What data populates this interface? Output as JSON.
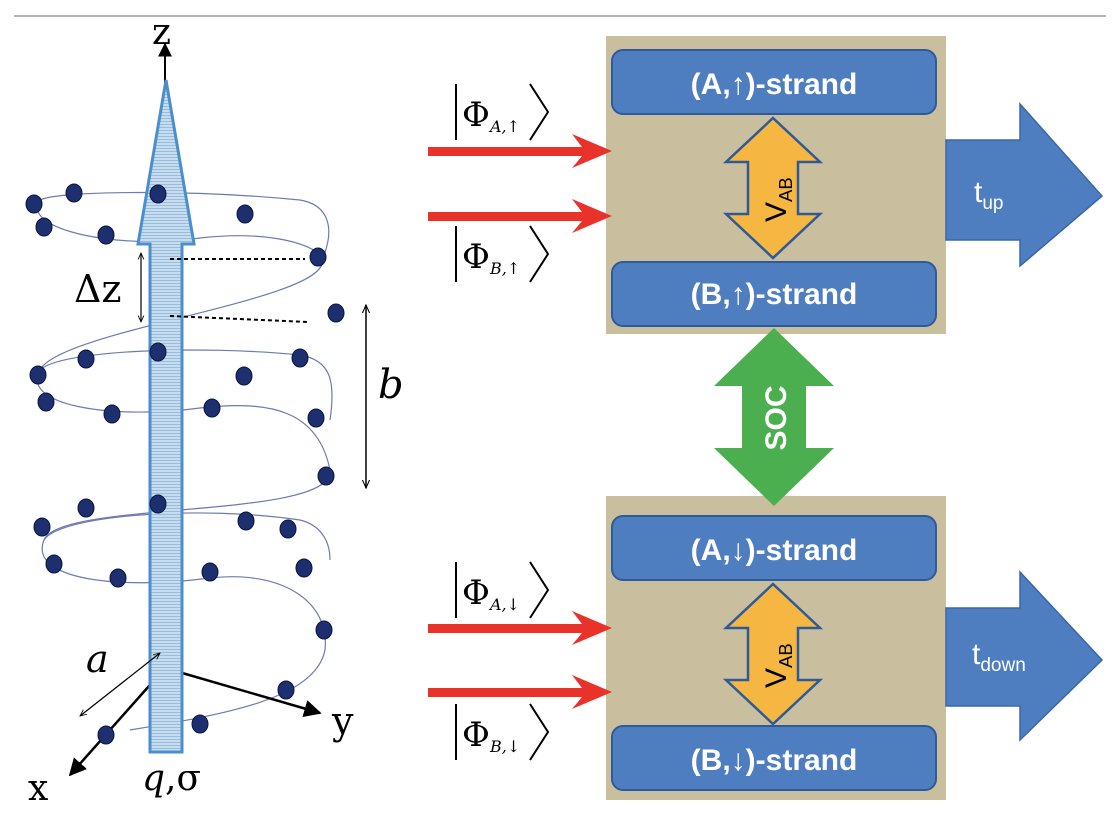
{
  "axes": {
    "z": "z",
    "y": "y",
    "x": "x",
    "a": "a",
    "b": "b",
    "dz_delta": "Δ",
    "dz_z": "z",
    "charge_q": "q",
    "charge_sep": ",",
    "charge_sigma": "σ"
  },
  "inputs": [
    {
      "phi": "Φ",
      "sub": "A,↑"
    },
    {
      "phi": "Φ",
      "sub": "B,↑"
    },
    {
      "phi": "Φ",
      "sub": "A,↓"
    },
    {
      "phi": "Φ",
      "sub": "B,↓"
    }
  ],
  "strands": {
    "a_up": "(A,↑)-strand",
    "b_up": "(B,↑)-strand",
    "a_down": "(A,↓)-strand",
    "b_down": "(B,↓)-strand"
  },
  "coupling": {
    "v": "V",
    "v_sub": "AB"
  },
  "soc": "SOC",
  "outputs": {
    "up_t": "t",
    "up_sub": "up",
    "down_t": "t",
    "down_sub": "down"
  },
  "colors": {
    "strand_box": "#4f7ec0",
    "block_bg": "#c9bf9f",
    "coupling": "#f5b642",
    "soc": "#4bae4f",
    "input_arrow": "#e8322a",
    "helix_dot": "#1d2f6e",
    "spin_arrow": "#7fb0dc"
  }
}
